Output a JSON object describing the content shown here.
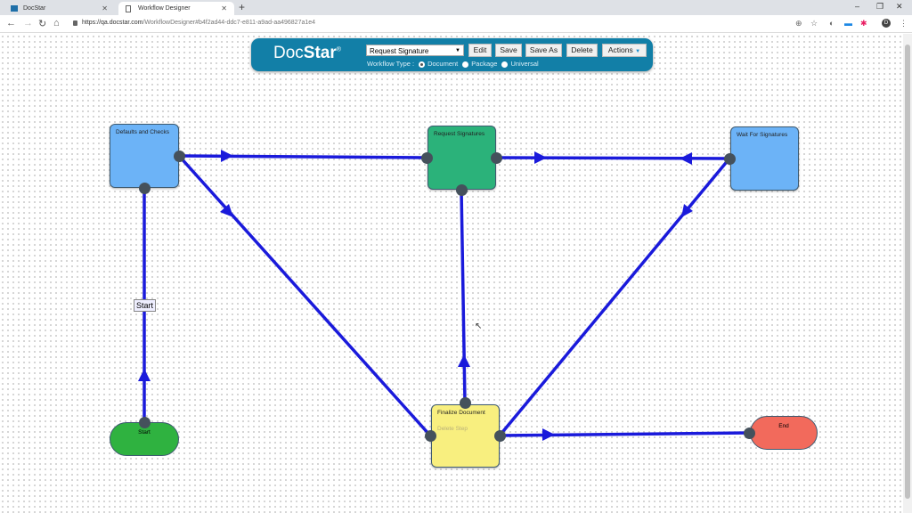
{
  "browser": {
    "tabs": [
      {
        "label": "DocStar"
      },
      {
        "label": "Workflow Designer"
      }
    ],
    "url_host": "https://qa.docstar.com",
    "url_path": "/WorkflowDesigner#b4f2ad44-ddc7-e811-a9ad-aa496827a1e4"
  },
  "toolbar": {
    "logo_light": "Doc",
    "logo_bold": "Star",
    "logo_mark": "®",
    "workflow_select": "Request Signature",
    "edit": "Edit",
    "save": "Save",
    "save_as": "Save As",
    "delete": "Delete",
    "actions": "Actions",
    "workflow_type_label": "Workflow Type :",
    "types": [
      "Document",
      "Package",
      "Universal"
    ],
    "selected_type": "Document"
  },
  "nodes": {
    "defaults": "Defaults and Checks",
    "request": "Request Signatures",
    "wait": "Wait For Signatures",
    "finalize": "Finalize Document",
    "finalize_action": "Delete Step",
    "start": "Start",
    "end": "End"
  },
  "edge_label": "Start",
  "colors": {
    "blue_node": "#6cb3f7",
    "green_node": "#2bb27a",
    "yellow_node": "#f8ef7f",
    "start_node": "#2fb240",
    "end_node": "#f26a5c",
    "edge": "#1a1adb",
    "toolbar": "#127fa7"
  }
}
